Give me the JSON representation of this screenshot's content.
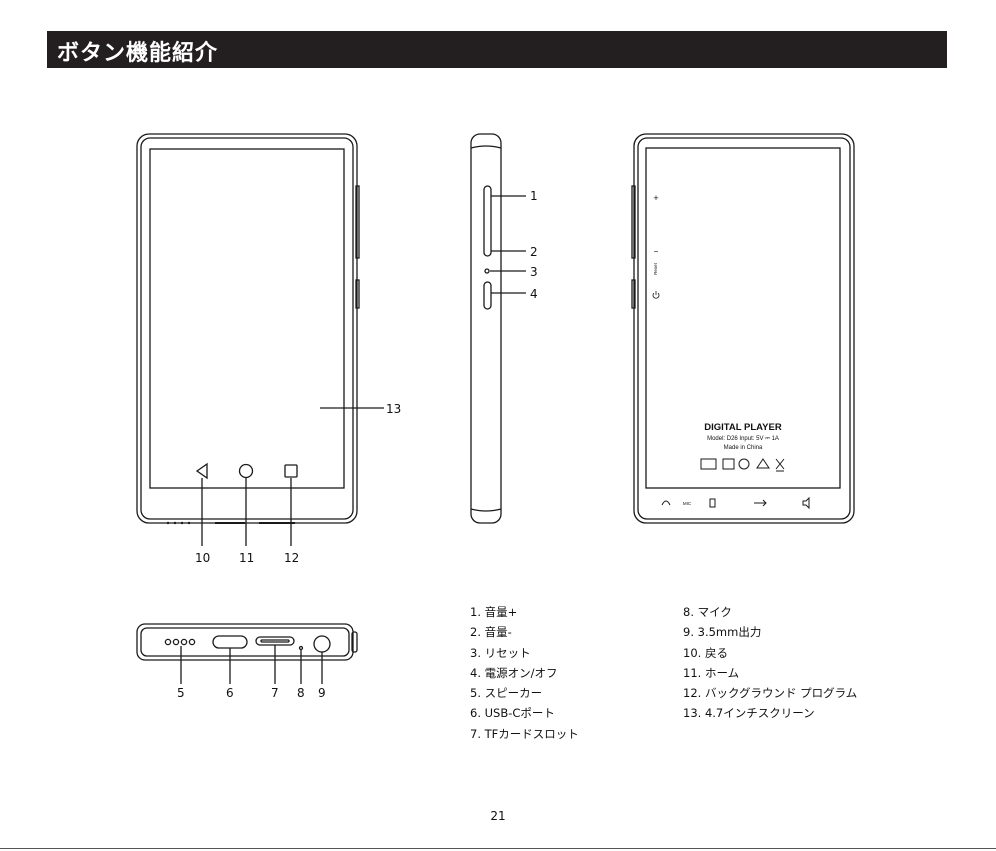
{
  "header": {
    "title": "ボタン機能紹介"
  },
  "callouts": {
    "c1": "1",
    "c2": "2",
    "c3": "3",
    "c4": "4",
    "c5": "5",
    "c6": "6",
    "c7": "7",
    "c8": "8",
    "c9": "9",
    "c10": "10",
    "c11": "11",
    "c12": "12",
    "c13": "13"
  },
  "back_label": {
    "brand": "DIGITAL PLAYER",
    "model": "Model: D26   Input: 5V ⎓ 1A",
    "origin": "Made in China",
    "side_plus": "+",
    "side_minus": "−",
    "side_reset": "Reset",
    "port_mic": "MIC"
  },
  "legend": {
    "left": [
      "1. 音量+",
      "2. 音量-",
      "3. リセット",
      "4. 電源オン/オフ",
      "5. スピーカー",
      "6. USB-Cポート",
      "7. TFカードスロット"
    ],
    "right": [
      "8. マイク",
      "9. 3.5mm出力",
      "10. 戻る",
      "11. ホーム",
      "12. バックグラウンド プログラム",
      "13. 4.7インチスクリーン"
    ]
  },
  "page_number": "21"
}
